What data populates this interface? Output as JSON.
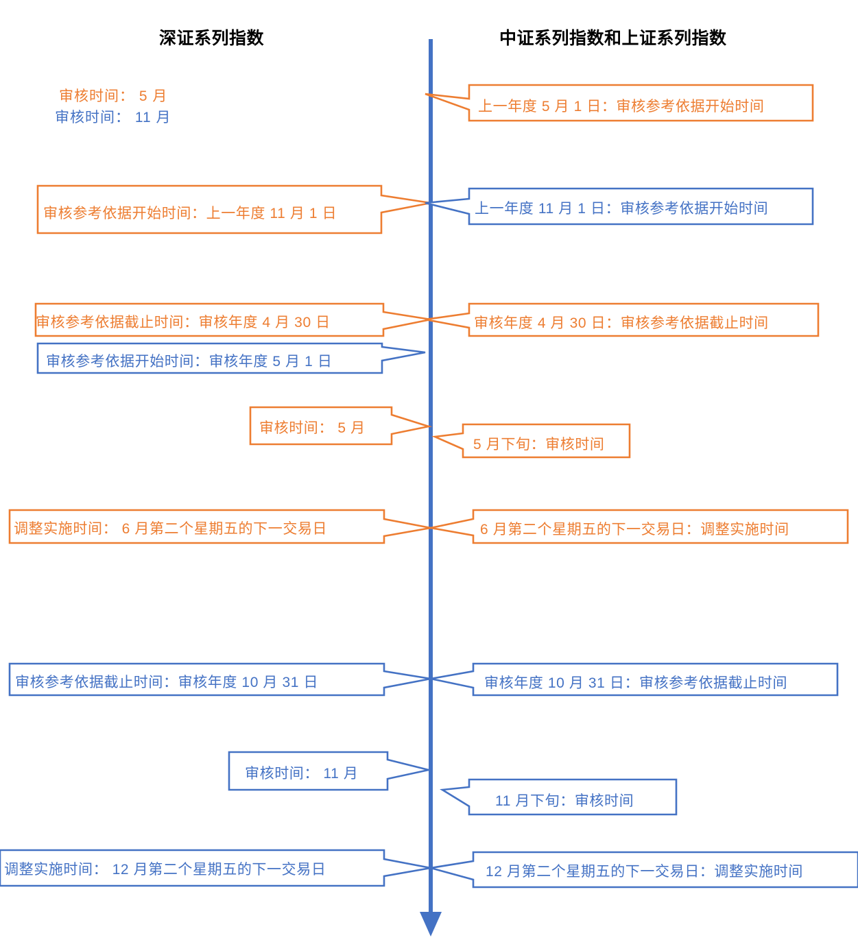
{
  "diagram": {
    "type": "timeline-callout",
    "colors": {
      "orange": "#ED7D31",
      "blue": "#4472C4",
      "background": "#FFFFFF",
      "title": "#000000"
    },
    "timeline": {
      "name": "vertical-timeline-arrow",
      "direction": "down",
      "color": "#4472C4"
    }
  },
  "titles": {
    "left": "深证系列指数",
    "right": "中证系列指数和上证系列指数"
  },
  "legend": [
    {
      "label": "审核时间：  5 月",
      "color": "#ED7D31"
    },
    {
      "label": "审核时间： 11 月",
      "color": "#4472C4"
    }
  ],
  "callouts": {
    "left": [
      {
        "id": "left-nov-start",
        "text": "审核参考依据开始时间：上一年度 11 月 1 日",
        "color": "#ED7D31"
      },
      {
        "id": "left-apr-end",
        "text": "审核参考依据截止时间：审核年度 4 月 30 日",
        "color": "#ED7D31"
      },
      {
        "id": "left-may-start",
        "text": "审核参考依据开始时间：审核年度 5 月 1 日",
        "color": "#4472C4"
      },
      {
        "id": "left-may-review",
        "text": "审核时间： 5 月",
        "color": "#ED7D31"
      },
      {
        "id": "left-jun-impl",
        "text": "调整实施时间： 6 月第二个星期五的下一交易日",
        "color": "#ED7D31"
      },
      {
        "id": "left-oct-end",
        "text": "审核参考依据截止时间：审核年度 10 月 31 日",
        "color": "#4472C4"
      },
      {
        "id": "left-nov-review",
        "text": "审核时间： 11 月",
        "color": "#4472C4"
      },
      {
        "id": "left-dec-impl",
        "text": "调整实施时间： 12 月第二个星期五的下一交易日",
        "color": "#4472C4"
      }
    ],
    "right": [
      {
        "id": "right-may-start",
        "text": "上一年度 5 月 1 日：审核参考依据开始时间",
        "color": "#ED7D31"
      },
      {
        "id": "right-nov-start",
        "text": "上一年度 11 月 1 日：审核参考依据开始时间",
        "color": "#4472C4"
      },
      {
        "id": "right-apr-end",
        "text": "审核年度 4 月 30 日：审核参考依据截止时间",
        "color": "#ED7D31"
      },
      {
        "id": "right-may-review",
        "text": "5 月下旬：审核时间",
        "color": "#ED7D31"
      },
      {
        "id": "right-jun-impl",
        "text": "6 月第二个星期五的下一交易日：调整实施时间",
        "color": "#ED7D31"
      },
      {
        "id": "right-oct-end",
        "text": "审核年度 10 月 31 日：审核参考依据截止时间",
        "color": "#4472C4"
      },
      {
        "id": "right-nov-review",
        "text": "11 月下旬：审核时间",
        "color": "#4472C4"
      },
      {
        "id": "right-dec-impl",
        "text": "12 月第二个星期五的下一交易日：调整实施时间",
        "color": "#4472C4"
      }
    ]
  }
}
